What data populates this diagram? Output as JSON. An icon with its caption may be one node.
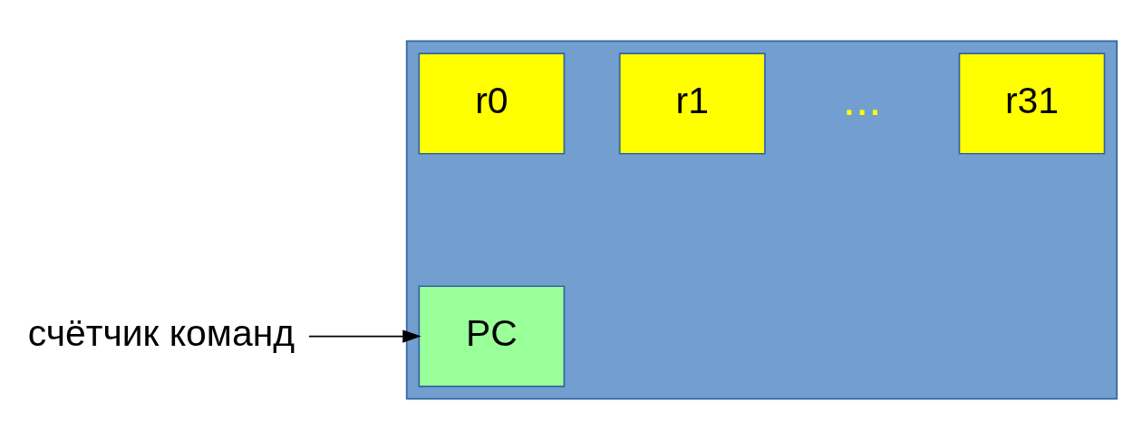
{
  "diagram": {
    "nodes": [
      {
        "text": [],
        "shape": "box"
      },
      {
        "text": [
          "r0"
        ],
        "in": 0
      },
      {
        "text": [
          "r1"
        ],
        "in": 0
      },
      {
        "text": [
          "r31"
        ],
        "in": 0
      },
      {
        "text": [
          "PC"
        ],
        "in": 0
      },
      {
        "text": [
          "счётчик команд"
        ]
      }
    ],
    "edges": [
      {
        "from": 5,
        "to": 4,
        "arrow": "to"
      }
    ],
    "labels": [
      "..."
    ]
  }
}
